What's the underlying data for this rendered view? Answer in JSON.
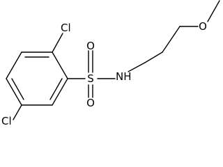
{
  "molecule": {
    "atoms": {
      "cl_top": "Cl",
      "cl_bottom": "Cl",
      "sulfur": "S",
      "oxygen_top": "O",
      "oxygen_bottom": "O",
      "nitrogen": "NH",
      "oxygen_ether": "O"
    }
  }
}
